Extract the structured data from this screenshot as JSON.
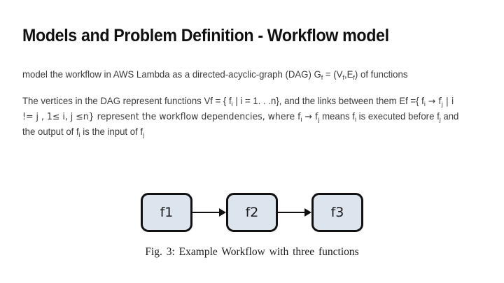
{
  "slide": {
    "title": "Models and Problem Definition - Workflow model",
    "background_color": "#ffffff",
    "title_color": "#111111",
    "body_color": "#3b3b3b"
  },
  "paragraphs": [
    {
      "id": "paragraph-dag-definition",
      "segments": [
        {
          "t": "model the workflow in AWS Lambda as a directed-acyclic-graph (DAG) G"
        },
        {
          "t": "f",
          "sub": true
        },
        {
          "t": " = (V"
        },
        {
          "t": "f",
          "sub": true
        },
        {
          "t": ",E"
        },
        {
          "t": "f",
          "sub": true
        },
        {
          "t": ") of functions"
        }
      ],
      "plain": "model the workflow in AWS Lambda as a directed-acyclic-graph (DAG) Gf = (Vf,Ef) of functions"
    },
    {
      "id": "paragraph-vertices-and-edges",
      "segments": [
        {
          "t": "The vertices in the DAG represent functions Vf = { f"
        },
        {
          "t": "i",
          "sub": true
        },
        {
          "t": " | i = 1. . .n}, and the links between them Ef ={ f"
        },
        {
          "t": "i",
          "sub": true
        },
        {
          "t": " → f"
        },
        {
          "t": "j",
          "sub": true
        },
        {
          "t": " | i != j , 1≤ i, j ≤n} represent the workflow dependencies, where f"
        },
        {
          "t": "i",
          "sub": true
        },
        {
          "t": " → f"
        },
        {
          "t": "j",
          "sub": true
        },
        {
          "t": " means f"
        },
        {
          "t": "i",
          "sub": true
        },
        {
          "t": " is executed before f"
        },
        {
          "t": "j",
          "sub": true
        },
        {
          "t": " and the output of f"
        },
        {
          "t": "i",
          "sub": true
        },
        {
          "t": " is the input of f"
        },
        {
          "t": "j",
          "sub": true
        }
      ],
      "plain": "The vertices in the DAG represent functions Vf = { fi | i = 1. . .n}, and the links between them Ef ={ fi → fj | i != j , 1≤ i, j ≤n} represent the workflow dependencies, where fi → fj means fi is executed before fj and the output of fi is the input of fj"
    }
  ],
  "figure": {
    "nodes": [
      {
        "label": "f1"
      },
      {
        "label": "f2"
      },
      {
        "label": "f3"
      }
    ],
    "connectors": [
      {
        "from": "f1",
        "to": "f2",
        "glyph": "arrow-right-icon"
      },
      {
        "from": "f2",
        "to": "f3",
        "glyph": "arrow-right-icon"
      }
    ],
    "node_fill": "#dce4ee",
    "node_border": "#111111",
    "caption": "Fig. 3: Example Workflow with three functions"
  }
}
